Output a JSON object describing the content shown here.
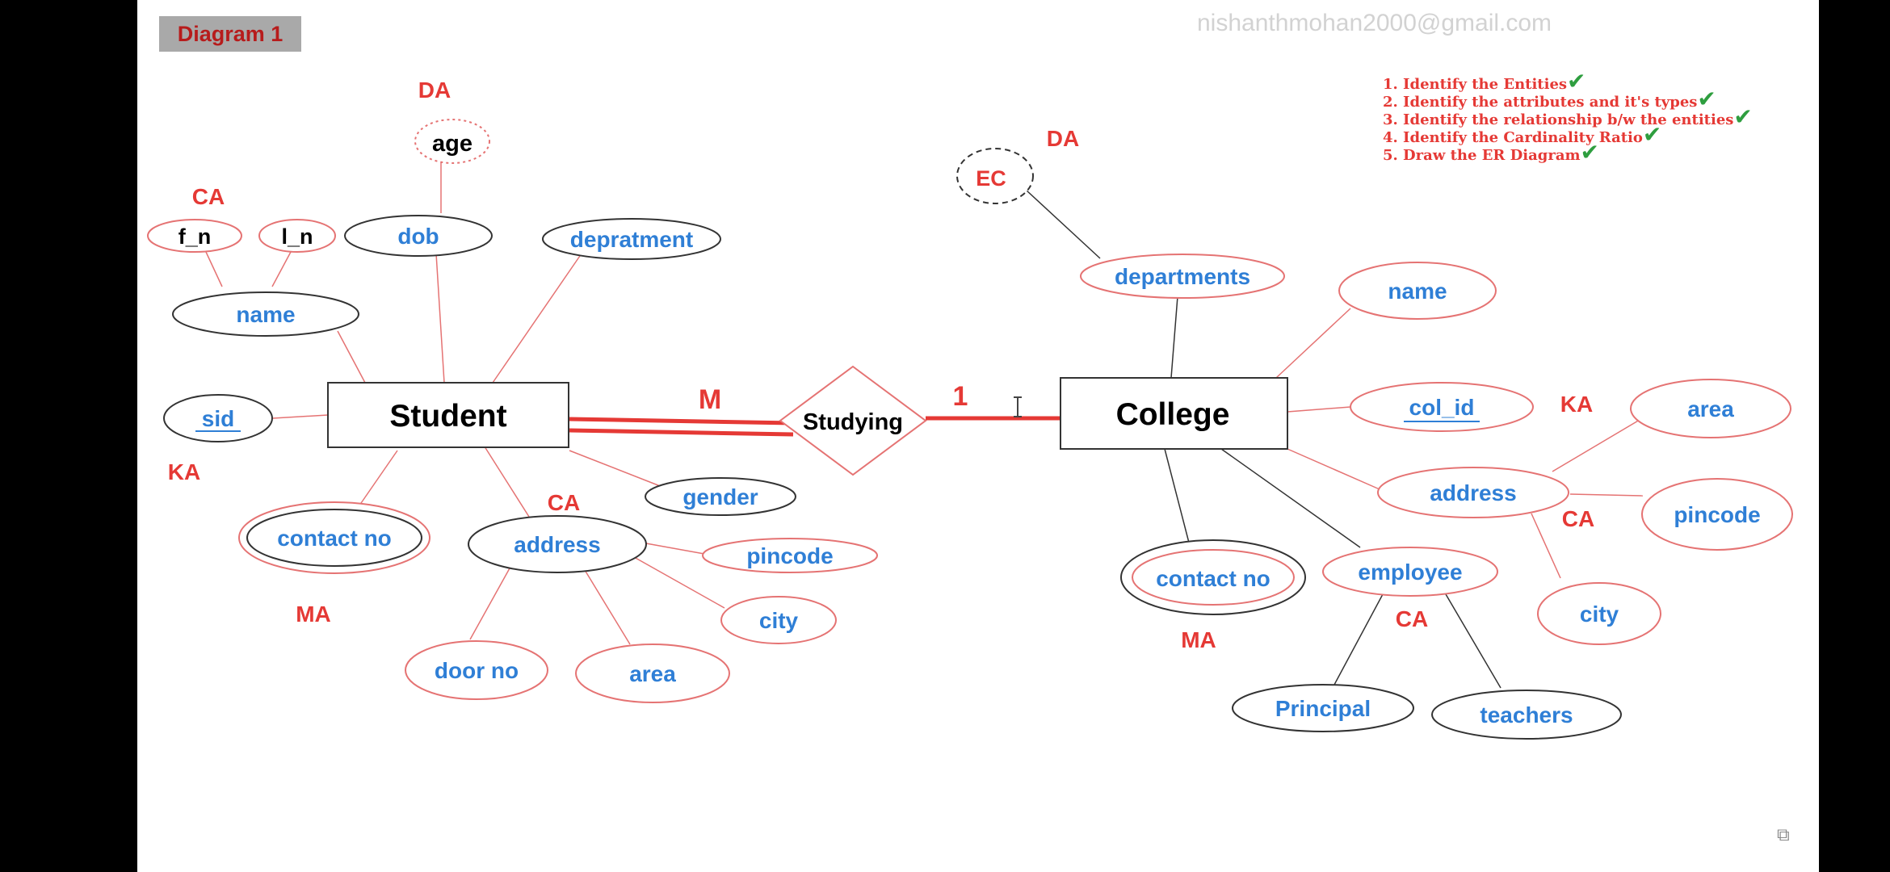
{
  "badge": "Diagram 1",
  "watermark": "nishanthmohan2000@gmail.com",
  "checklist": [
    "1. Identify the Entities",
    "2. Identify the attributes and it's types",
    "3. Identify the relationship b/w the entities",
    "4. Identify the Cardinality Ratio",
    "5. Draw the ER Diagram"
  ],
  "colors": {
    "red": "#e53935",
    "blue": "#2f7fd6",
    "check": "#2e9e3f",
    "badge_bg": "#a9a9a9"
  },
  "entities": {
    "student": "Student",
    "college": "College"
  },
  "relationship": {
    "label": "Studying",
    "student_side": "M",
    "college_side": "1"
  },
  "student_attrs": {
    "age": "age",
    "f_n": "f_n",
    "l_n": "l_n",
    "dob": "dob",
    "depratment": "depratment",
    "name": "name",
    "sid": "sid",
    "contact_no": "contact no",
    "address": "address",
    "pincode": "pincode",
    "city": "city",
    "door_no": "door no",
    "area": "area",
    "gender": "gender"
  },
  "college_attrs": {
    "ec": "EC",
    "departments": "departments",
    "name": "name",
    "col_id": "col_id",
    "area": "area",
    "address": "address",
    "pincode": "pincode",
    "city": "city",
    "contact_no": "contact no",
    "employee": "employee",
    "principal": "Principal",
    "teachers": "teachers"
  },
  "type_labels": {
    "da_age": "DA",
    "ca_name": "CA",
    "ka_sid": "KA",
    "ca_address": "CA",
    "ma_contact": "MA",
    "da_ec": "DA",
    "ka_col_id": "KA",
    "ca_college_address": "CA",
    "ca_employee": "CA",
    "ma_college_contact": "MA"
  },
  "icons": {
    "check": "check-icon",
    "corner": "expand-icon"
  }
}
